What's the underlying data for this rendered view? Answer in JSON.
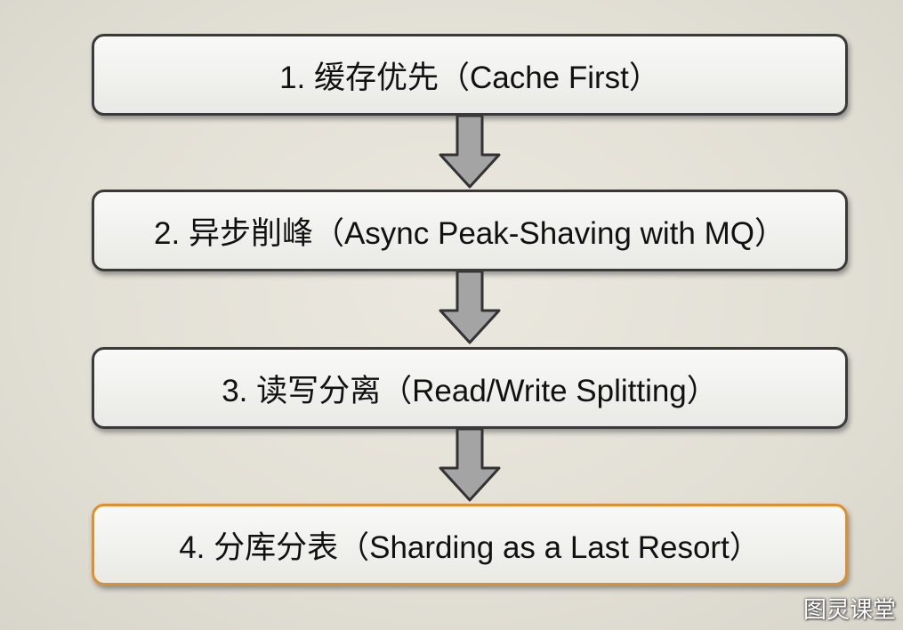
{
  "steps": [
    {
      "label": "1. 缓存优先（Cache First）"
    },
    {
      "label": "2. 异步削峰（Async Peak-Shaving with MQ）"
    },
    {
      "label": "3. 读写分离（Read/Write Splitting）"
    },
    {
      "label": "4. 分库分表（Sharding as a Last Resort）"
    }
  ],
  "watermark": "图灵课堂",
  "colors": {
    "box_border": "#3a3a3a",
    "highlight_border": "#e08f2f",
    "arrow_fill": "#a4a4a4",
    "arrow_stroke": "#333333"
  }
}
